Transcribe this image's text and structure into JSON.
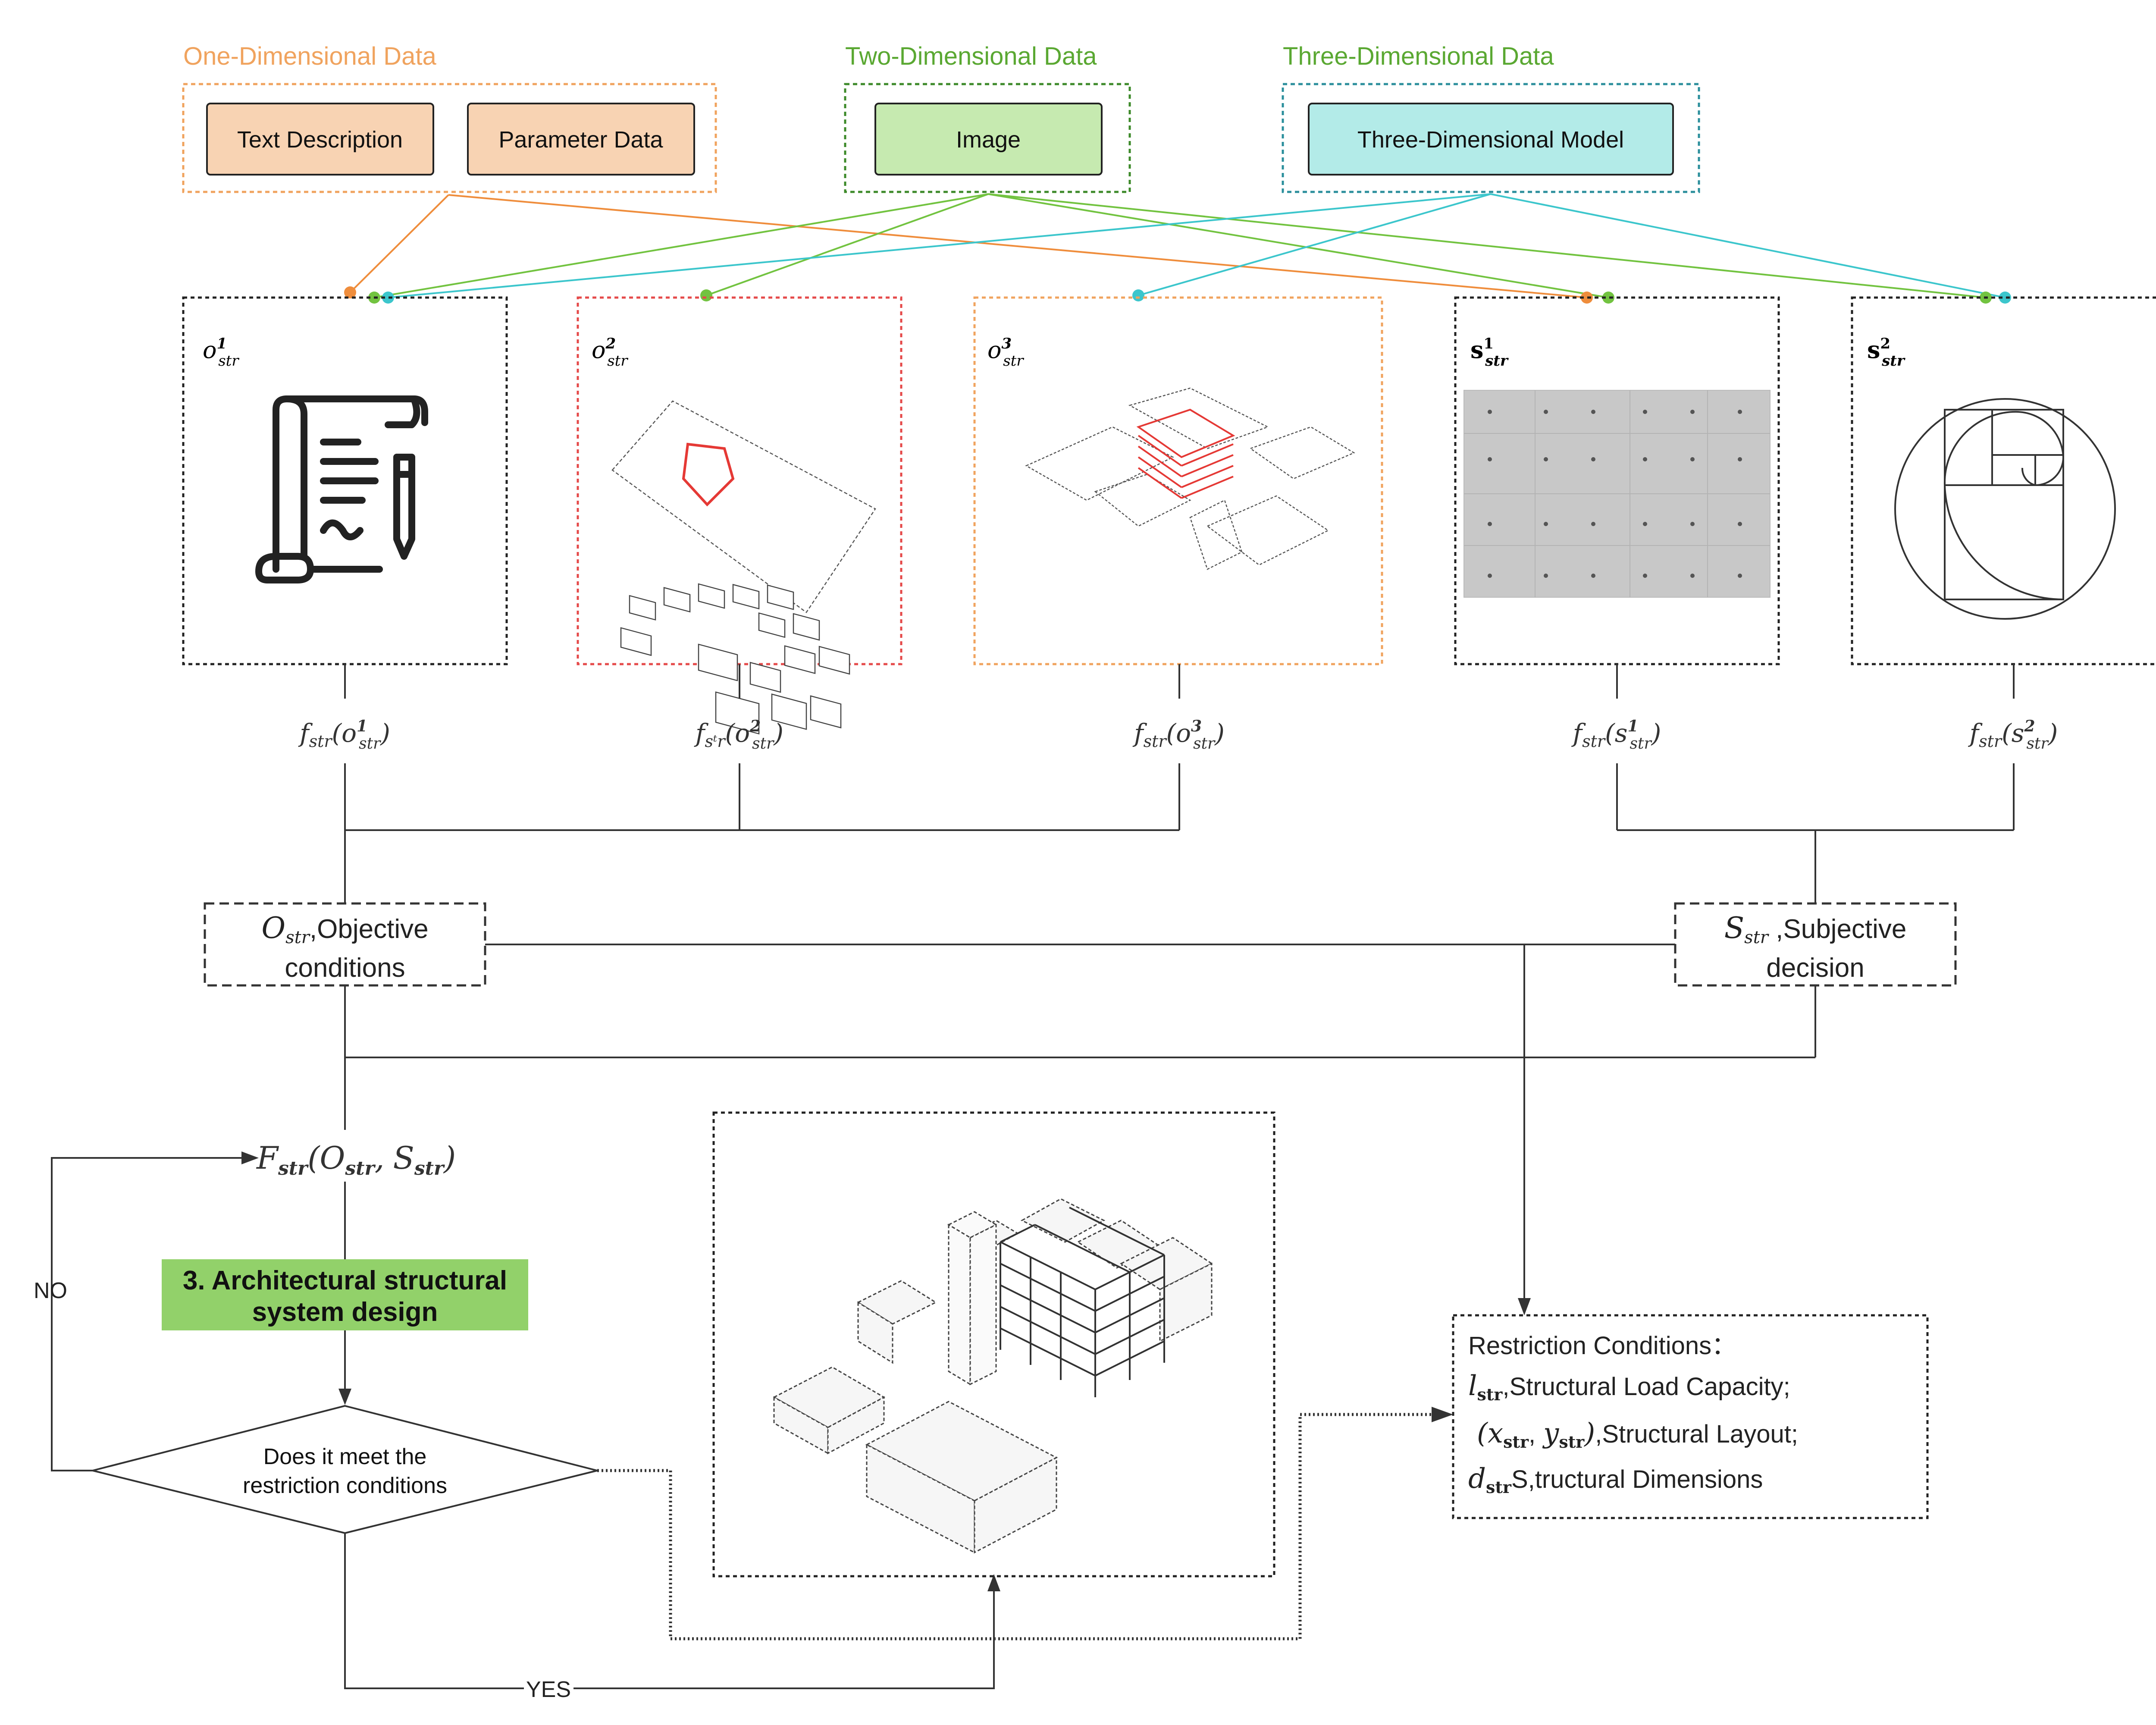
{
  "groups": {
    "one_dim": {
      "label": "One-Dimensional Data",
      "color": "#f0a35e"
    },
    "two_dim": {
      "label": "Two-Dimensional Data",
      "color": "#5aa832"
    },
    "three_dim": {
      "label": "Three-Dimensional Data",
      "color": "#5aa832"
    }
  },
  "sources": {
    "text_description": "Text Description",
    "parameter_data": "Parameter Data",
    "image": "Image",
    "three_dimensional_model": "Three-Dimensional Model"
  },
  "panels": {
    "o1": {
      "base": "o",
      "sup": "1",
      "sub": "str"
    },
    "o2": {
      "base": "o",
      "sup": "2",
      "sub": "str"
    },
    "o3": {
      "base": "o",
      "sup": "3",
      "sub": "str"
    },
    "s1": {
      "base": "s",
      "sup": "1",
      "sub": "str"
    },
    "s2": {
      "base": "s",
      "sup": "2",
      "sub": "str"
    }
  },
  "functions": {
    "f": "f",
    "sub": "str",
    "f_s2_sub": "sᵗr"
  },
  "conditions": {
    "objective": {
      "sym": "O",
      "sub": "str",
      "text1": ",Objective",
      "text2": "conditions"
    },
    "subjective": {
      "sym": "S",
      "sub": "str",
      "text1": " ,Subjective",
      "text2": "decision"
    }
  },
  "formula": {
    "F": "F",
    "F_sub": "str",
    "open": "(",
    "O": "O",
    "O_sub": "str",
    "comma": ",",
    "S": "S",
    "S_sub": "str",
    "close": ")"
  },
  "step": {
    "line1": "3. Architectural structural",
    "line2": "system design"
  },
  "decision": {
    "line1": "Does it meet the",
    "line2": "restriction conditions"
  },
  "branches": {
    "no": "NO",
    "yes": "YES"
  },
  "restrictions": {
    "title": "Restriction Conditions：",
    "l_sym": "l",
    "l_sub": "str",
    "l_text": ",Structural Load Capacity;",
    "xy_open": "(",
    "x_sym": "x",
    "x_sub": "str",
    "xy_comma": ",",
    "y_sym": "y",
    "y_sub": "str",
    "xy_close": ")",
    "xy_text": ",Structural Layout;",
    "d_sym": "d",
    "d_sub": "str",
    "d_text": "S,tructural Dimensions"
  },
  "colors": {
    "orange": "#ef8d3c",
    "green": "#72c340",
    "cyan": "#3cc6cc",
    "peach_fill": "#f8d3b3",
    "light_green_fill": "#c6eab0",
    "light_cyan_fill": "#b3ebe8",
    "step_green": "#92d16a",
    "red_dash": "#e54a4a",
    "orange_dash": "#f0a35e",
    "teal_dash": "#2b8f9c",
    "green_dash": "#3d8a2a"
  },
  "icons": {
    "o1": "scroll-document-icon",
    "o2": "urban-site-image-icon",
    "o3": "urban-3d-model-icon",
    "s1": "concrete-wall-texture-icon",
    "s2": "golden-ratio-spiral-icon",
    "result": "structural-model-render-icon"
  }
}
